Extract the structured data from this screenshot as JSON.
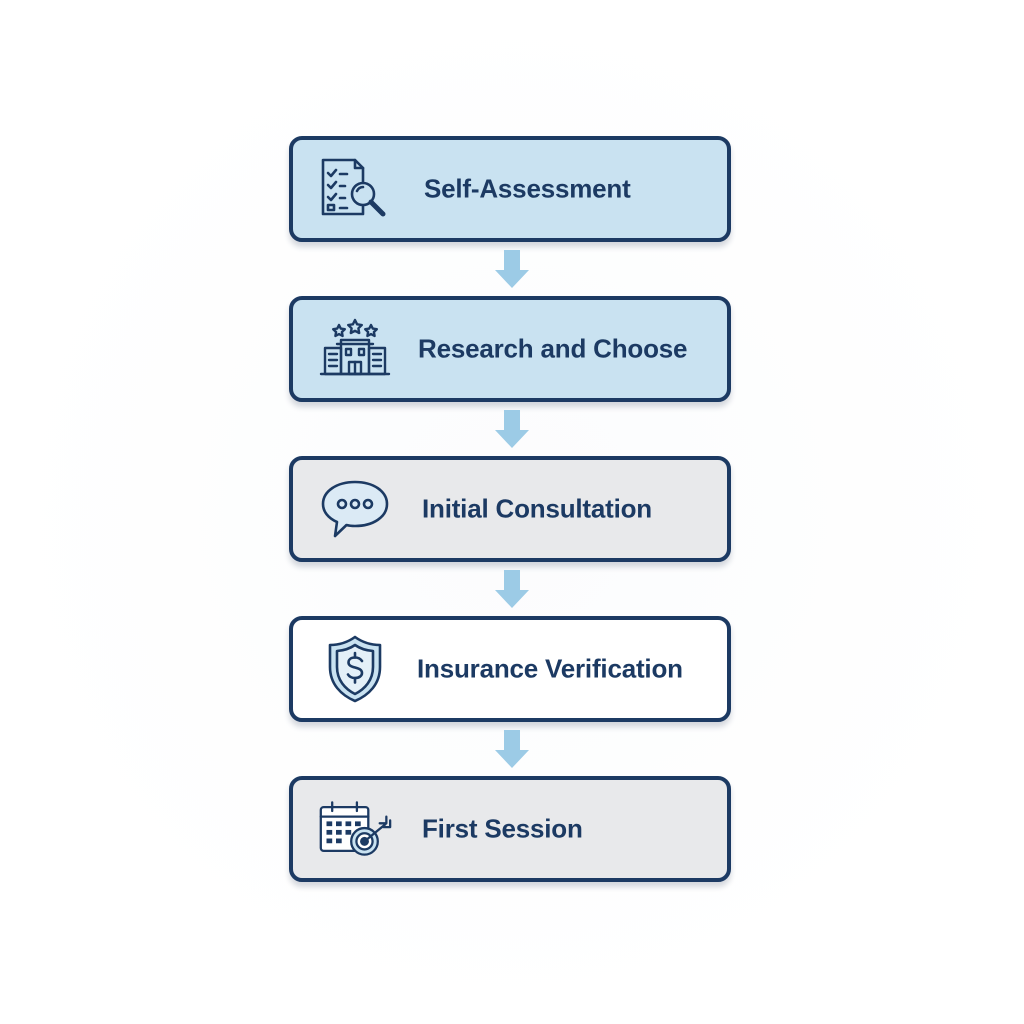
{
  "colors": {
    "border": "#1c3a63",
    "text": "#1c3a63",
    "fill_blue": "#c9e2f1",
    "fill_gray": "#e8e9eb",
    "fill_white": "#ffffff",
    "arrow": "#9ccbe6"
  },
  "steps": [
    {
      "label": "Self-Assessment",
      "icon": "checklist-magnifier-icon",
      "fill": "blue"
    },
    {
      "label": "Research and Choose",
      "icon": "rated-building-icon",
      "fill": "blue"
    },
    {
      "label": "Initial Consultation",
      "icon": "speech-bubble-icon",
      "fill": "gray"
    },
    {
      "label": "Insurance Verification",
      "icon": "shield-dollar-icon",
      "fill": "white"
    },
    {
      "label": "First Session",
      "icon": "calendar-target-icon",
      "fill": "gray"
    }
  ]
}
